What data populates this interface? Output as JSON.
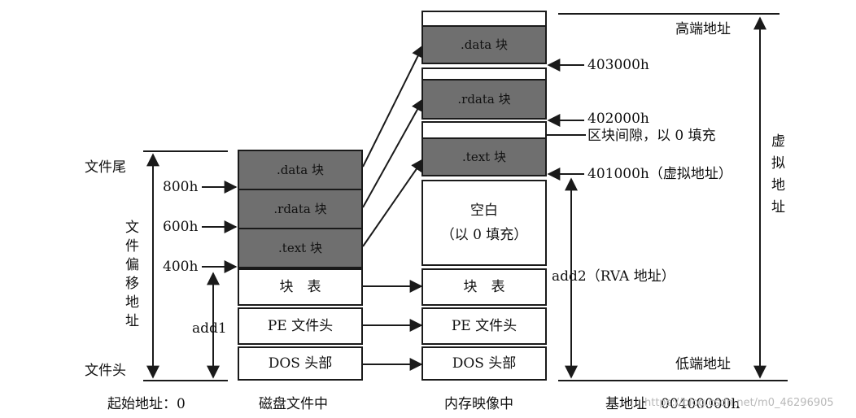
{
  "disk": {
    "blocks": [
      {
        "label": ".data 块"
      },
      {
        "label": ".rdata 块"
      },
      {
        "label": ".text 块"
      },
      {
        "label": "块　表"
      },
      {
        "label": "PE 文件头"
      },
      {
        "label": "DOS 头部"
      }
    ],
    "offsets": {
      "o800": "800h",
      "o600": "600h",
      "o400": "400h"
    },
    "file_tail": "文件尾",
    "file_head": "文件头",
    "offset_axis": "文件偏移地址",
    "add1": "add1",
    "start_addr": "起始地址：0",
    "caption": "磁盘文件中"
  },
  "memory": {
    "blocks": [
      {
        "label": ".data 块"
      },
      {
        "label": ".rdata 块"
      },
      {
        "label": ".text 块"
      },
      {
        "label": "空白\n（以 0 填充）"
      },
      {
        "label": "块　表"
      },
      {
        "label": "PE 文件头"
      },
      {
        "label": "DOS 头部"
      }
    ],
    "addr_403000": "403000h",
    "addr_402000": "402000h",
    "gap_note": "区块间隙，以 0 填充",
    "addr_401000": "401000h（虚拟地址）",
    "add2": "add2（RVA 地址）",
    "high_addr": "高端地址",
    "low_addr": "低端地址",
    "virtual_axis": "虚拟地址",
    "base_addr": "基地址　00400000h",
    "caption": "内存映像中"
  },
  "watermark": "https://blog.csdn.net/m0_46296905",
  "colors": {
    "section_fill": "#6f6f6f",
    "line": "#1a1a1a"
  }
}
